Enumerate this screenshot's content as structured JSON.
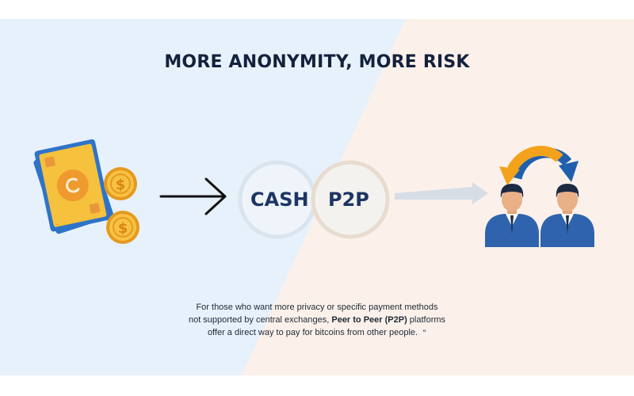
{
  "title": "MORE ANONYMITY, MORE RISK",
  "labels": {
    "cash": "CASH",
    "p2p": "P2P"
  },
  "caption": {
    "line1": "For those who want more privacy or specific payment methods",
    "line2_pre": "not supported by central exchanges, ",
    "line2_bold": "Peer to Peer (P2P)",
    "line2_post": " platforms",
    "line3": "offer a direct way to pay for bitcoins from other people.",
    "quote_mark": "❞"
  },
  "icons": [
    "cash-bills-icon",
    "dollar-coin-icon",
    "arrow-right-icon",
    "exchange-arrows-icon",
    "person-icon"
  ],
  "colors": {
    "left_bg": "#e8f2fc",
    "right_bg": "#fbf2ec",
    "navy": "#1c3563",
    "gold": "#f5b02a",
    "blue": "#2f73c9",
    "arrow_gold": "#f3a21c",
    "arrow_blue": "#1f5fae"
  }
}
